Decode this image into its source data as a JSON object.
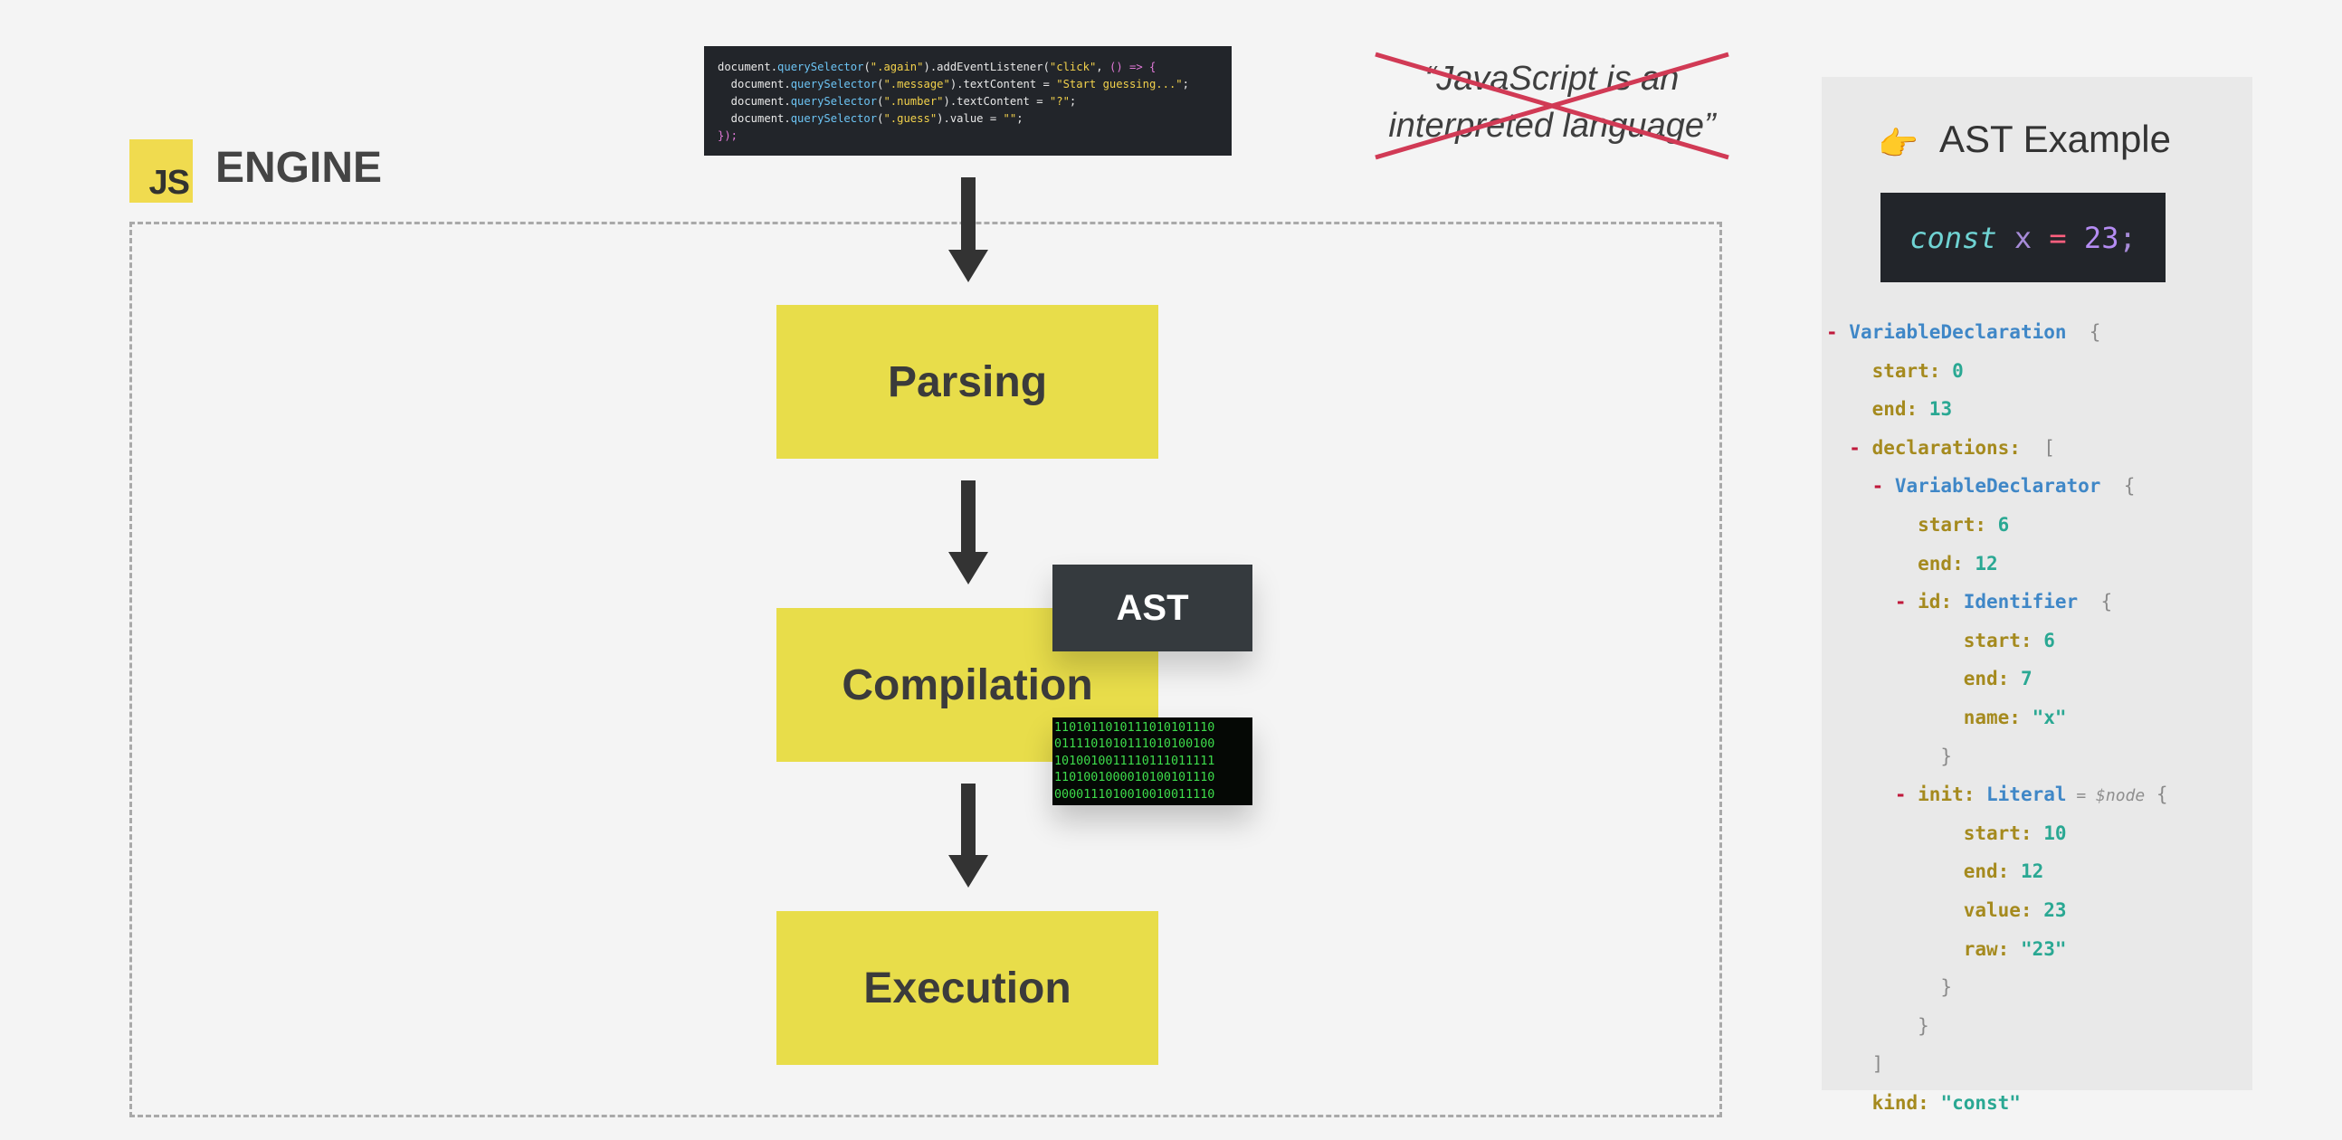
{
  "engine": {
    "logo_text": "JS",
    "title": "ENGINE"
  },
  "code_snippet": {
    "lines": [
      [
        {
          "t": "document",
          "c": ""
        },
        {
          "t": ".",
          "c": ""
        },
        {
          "t": "querySelector",
          "c": "fn"
        },
        {
          "t": "(",
          "c": ""
        },
        {
          "t": "\".again\"",
          "c": "str"
        },
        {
          "t": ").",
          "c": ""
        },
        {
          "t": "addEventListener",
          "c": ""
        },
        {
          "t": "(",
          "c": ""
        },
        {
          "t": "\"click\"",
          "c": "str"
        },
        {
          "t": ", ",
          "c": ""
        },
        {
          "t": "() => {",
          "c": "kw"
        }
      ],
      [
        {
          "t": "  document",
          "c": ""
        },
        {
          "t": ".",
          "c": ""
        },
        {
          "t": "querySelector",
          "c": "fn"
        },
        {
          "t": "(",
          "c": ""
        },
        {
          "t": "\".message\"",
          "c": "str"
        },
        {
          "t": ").textContent = ",
          "c": ""
        },
        {
          "t": "\"Start guessing...\"",
          "c": "str"
        },
        {
          "t": ";",
          "c": ""
        }
      ],
      [
        {
          "t": "  document",
          "c": ""
        },
        {
          "t": ".",
          "c": ""
        },
        {
          "t": "querySelector",
          "c": "fn"
        },
        {
          "t": "(",
          "c": ""
        },
        {
          "t": "\".number\"",
          "c": "str"
        },
        {
          "t": ").textContent = ",
          "c": ""
        },
        {
          "t": "\"?\"",
          "c": "str"
        },
        {
          "t": ";",
          "c": ""
        }
      ],
      [
        {
          "t": "  document",
          "c": ""
        },
        {
          "t": ".",
          "c": ""
        },
        {
          "t": "querySelector",
          "c": "fn"
        },
        {
          "t": "(",
          "c": ""
        },
        {
          "t": "\".guess\"",
          "c": "str"
        },
        {
          "t": ").value = ",
          "c": ""
        },
        {
          "t": "\"\"",
          "c": "str"
        },
        {
          "t": ";",
          "c": ""
        }
      ],
      [
        {
          "t": "});",
          "c": "kw"
        }
      ]
    ]
  },
  "quote": {
    "line1": "“JavaScript is an",
    "line2": "interpreted language”"
  },
  "stages": {
    "parsing": "Parsing",
    "compilation": "Compilation",
    "execution": "Execution"
  },
  "ast_badge": "AST",
  "binary_lines": [
    "110101101011101010111 0",
    "01111010101110101001 00",
    "10100100111101110111 11",
    "1101001000010100101110",
    "0000111010010010011110"
  ],
  "ast_example": {
    "title": "AST Example",
    "icon": "pointing-hand-icon",
    "code": {
      "kw": "const",
      "id": "x",
      "op": "=",
      "num": "23",
      "end": ";"
    },
    "tree": [
      [
        {
          "t": "- ",
          "c": "dash"
        },
        {
          "t": "VariableDeclaration",
          "c": "type"
        },
        {
          "t": "  {",
          "c": "brace"
        }
      ],
      [
        {
          "t": "    start: ",
          "c": "key"
        },
        {
          "t": "0",
          "c": "val"
        }
      ],
      [
        {
          "t": "    end: ",
          "c": "key"
        },
        {
          "t": "13",
          "c": "val"
        }
      ],
      [
        {
          "t": "  - ",
          "c": "dash"
        },
        {
          "t": "declarations: ",
          "c": "key"
        },
        {
          "t": " [",
          "c": "brace"
        }
      ],
      [
        {
          "t": "    - ",
          "c": "dash"
        },
        {
          "t": "VariableDeclarator",
          "c": "type"
        },
        {
          "t": "  {",
          "c": "brace"
        }
      ],
      [
        {
          "t": "        start: ",
          "c": "key"
        },
        {
          "t": "6",
          "c": "val"
        }
      ],
      [
        {
          "t": "        end: ",
          "c": "key"
        },
        {
          "t": "12",
          "c": "val"
        }
      ],
      [
        {
          "t": "      - ",
          "c": "dash"
        },
        {
          "t": "id: ",
          "c": "key"
        },
        {
          "t": "Identifier",
          "c": "type"
        },
        {
          "t": "  {",
          "c": "brace"
        }
      ],
      [
        {
          "t": "            start: ",
          "c": "key"
        },
        {
          "t": "6",
          "c": "val"
        }
      ],
      [
        {
          "t": "            end: ",
          "c": "key"
        },
        {
          "t": "7",
          "c": "val"
        }
      ],
      [
        {
          "t": "            name: ",
          "c": "key"
        },
        {
          "t": "\"x\"",
          "c": "val"
        }
      ],
      [
        {
          "t": "          }",
          "c": "brace"
        }
      ],
      [
        {
          "t": "      - ",
          "c": "dash"
        },
        {
          "t": "init: ",
          "c": "key"
        },
        {
          "t": "Literal",
          "c": "type"
        },
        {
          "t": " = $node",
          "c": "note"
        },
        {
          "t": " {",
          "c": "brace"
        }
      ],
      [
        {
          "t": "            start: ",
          "c": "key"
        },
        {
          "t": "10",
          "c": "val"
        }
      ],
      [
        {
          "t": "            end: ",
          "c": "key"
        },
        {
          "t": "12",
          "c": "val"
        }
      ],
      [
        {
          "t": "            value: ",
          "c": "key"
        },
        {
          "t": "23",
          "c": "val"
        }
      ],
      [
        {
          "t": "            raw: ",
          "c": "key"
        },
        {
          "t": "\"23\"",
          "c": "val"
        }
      ],
      [
        {
          "t": "          }",
          "c": "brace"
        }
      ],
      [
        {
          "t": "        }",
          "c": "brace"
        }
      ],
      [
        {
          "t": "    ]",
          "c": "brace"
        }
      ],
      [
        {
          "t": "    kind: ",
          "c": "key"
        },
        {
          "t": "\"const\"",
          "c": "val"
        }
      ]
    ]
  }
}
